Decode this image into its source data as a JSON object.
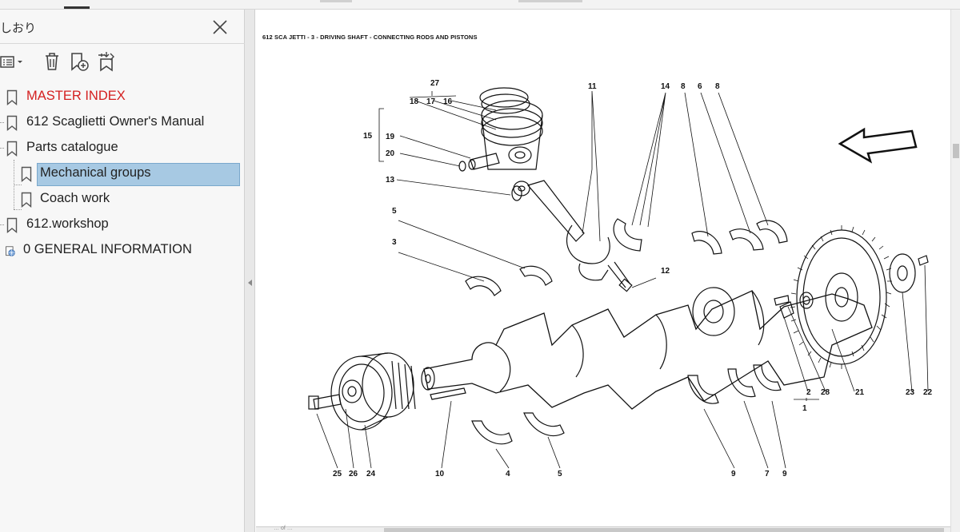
{
  "sidebar": {
    "title": "しおり",
    "close_icon": "close-icon",
    "tools": {
      "options_icon": "list-options-icon",
      "delete_icon": "trash-icon",
      "new_bookmark_icon": "bookmark-add-icon",
      "goto_icon": "bookmark-goto-icon"
    },
    "bookmarks": [
      {
        "label": "MASTER INDEX",
        "color": "#d42020",
        "expandable": false
      },
      {
        "label": "612 Scaglietti Owner's Manual",
        "expandable": true
      },
      {
        "label": "Parts catalogue",
        "expandable": true,
        "expanded": true
      },
      {
        "label": "Mechanical groups",
        "selected": true,
        "child": true
      },
      {
        "label": "Coach work",
        "child": true
      },
      {
        "label": "612.workshop",
        "expandable": true
      },
      {
        "label": "0 GENERAL INFORMATION",
        "icon": "web-link-icon"
      }
    ]
  },
  "document": {
    "header": "612 SCA  JETTI - 3 - DRIVING SHAFT - CONNECTING RODS AND PISTONS",
    "callouts": [
      "27",
      "18",
      "17",
      "16",
      "15",
      "19",
      "20",
      "13",
      "11",
      "14",
      "8",
      "6",
      "8",
      "5",
      "3",
      "12",
      "2",
      "28",
      "1",
      "21",
      "23",
      "22",
      "25",
      "26",
      "24",
      "10",
      "4",
      "5",
      "9",
      "7",
      "9"
    ]
  },
  "bottom": {
    "page_info": "… of …"
  },
  "colors": {
    "selection": "#a7c9e3",
    "red_bookmark": "#d42020"
  }
}
